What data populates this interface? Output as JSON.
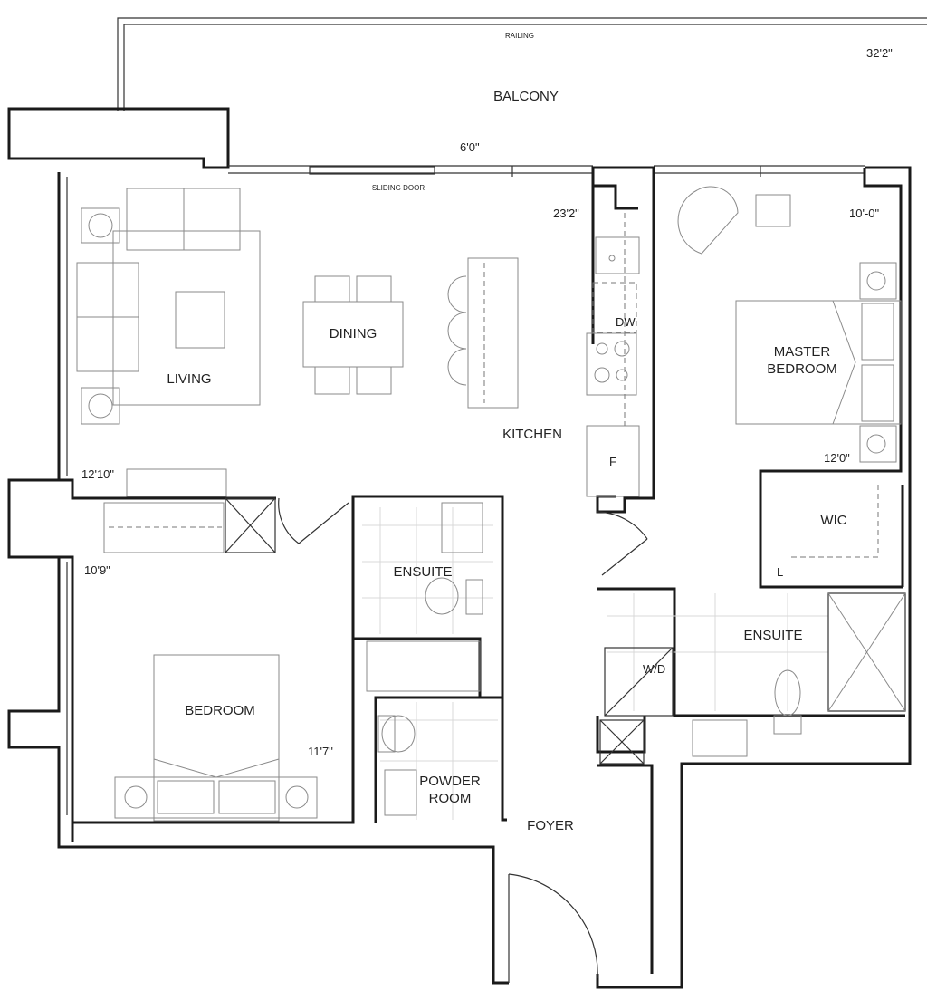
{
  "rooms": {
    "balcony": "BALCONY",
    "living": "LIVING",
    "dining": "DINING",
    "kitchen": "KITCHEN",
    "master_bedroom_line1": "MASTER",
    "master_bedroom_line2": "BEDROOM",
    "wic": "WIC",
    "ensuite_left": "ENSUITE",
    "ensuite_right": "ENSUITE",
    "bedroom": "BEDROOM",
    "powder_room_line1": "POWDER",
    "powder_room_line2": "ROOM",
    "foyer": "FOYER"
  },
  "fixtures": {
    "railing": "RAILING",
    "sliding_door": "SLIDING DOOR",
    "dishwasher": "DW",
    "fridge": "F",
    "washer_dryer": "W/D",
    "linen": "L"
  },
  "dimensions": {
    "balcony_width": "32'2\"",
    "balcony_depth": "6'0\"",
    "living_length": "23'2\"",
    "living_width": "12'10\"",
    "master_width": "10'-0\"",
    "master_length": "12'0\"",
    "bedroom_length": "10'9\"",
    "bedroom_width": "11'7\""
  }
}
